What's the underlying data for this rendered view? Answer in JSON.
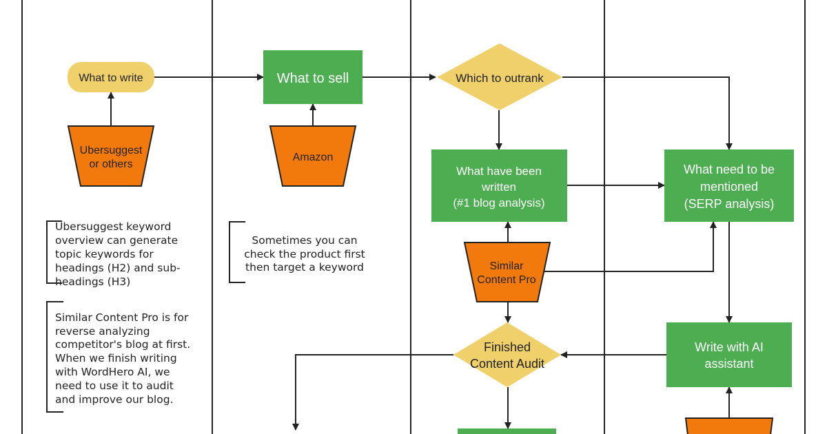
{
  "colors": {
    "green": "#4cae50",
    "orange": "#f27a0c",
    "yellow": "#f0d06a",
    "line": "#222222",
    "text_white": "#ffffff",
    "text_dark": "#222222"
  },
  "nodes": {
    "what_to_write": "What to write",
    "what_to_sell": "What to sell",
    "which_to_outrank": "Which to outrank",
    "ubersuggest": [
      "Ubersuggest",
      "or others"
    ],
    "amazon": "Amazon",
    "what_have_been_written": [
      "What have been",
      "written",
      "(#1 blog analysis)"
    ],
    "what_need_to_be_mentioned": [
      "What need to be",
      "mentioned",
      "(SERP analysis)"
    ],
    "similar_content_pro": [
      "Similar",
      "Content Pro"
    ],
    "finished_content_audit": [
      "Finished",
      "Content Audit"
    ],
    "write_with_ai": [
      "Write with AI",
      "assistant"
    ]
  },
  "notes": {
    "ubersuggest_note": [
      "Ubersuggest keyword",
      "overview can generate",
      "topic keywords for",
      "headings (H2) and sub-",
      "headings (H3)"
    ],
    "similar_content_note": [
      "Similar Content Pro is for",
      "reverse analyzing",
      "competitor's blog at first.",
      "When we finish writing",
      "with WordHero AI, we",
      "need to use it to audit",
      "and improve our blog."
    ],
    "amazon_note": [
      "Sometimes you can",
      "check the product first",
      "then target a keyword"
    ]
  }
}
